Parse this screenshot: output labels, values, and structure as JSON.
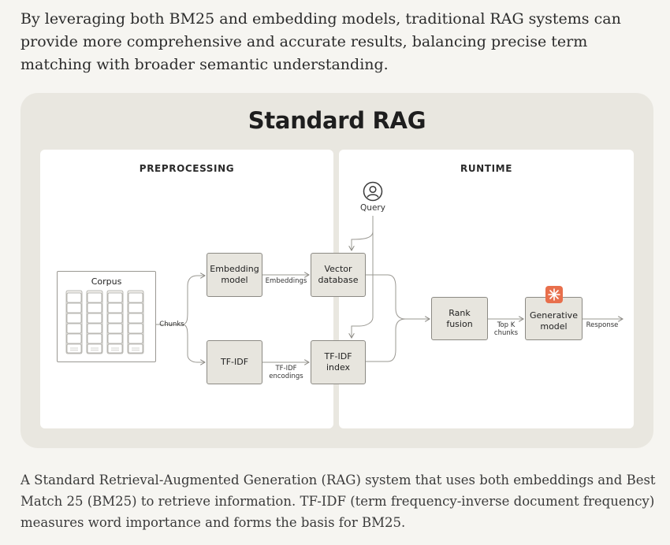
{
  "intro_text": "By leveraging both BM25 and embedding models, traditional RAG systems can provide more comprehensive and accurate results, balancing precise term matching with broader semantic understanding.",
  "diagram": {
    "title": "Standard RAG",
    "preprocessing_label": "PREPROCESSING",
    "runtime_label": "RUNTIME",
    "nodes": {
      "corpus": "Corpus",
      "embedding_model": "Embedding\nmodel",
      "vector_database": "Vector\ndatabase",
      "tfidf": "TF-IDF",
      "tfidf_index": "TF-IDF\nindex",
      "rank_fusion": "Rank\nfusion",
      "generative_model": "Generative\nmodel",
      "query": "Query"
    },
    "edges": {
      "chunks": "Chunks",
      "embeddings": "Embeddings",
      "tfidf_encodings": "TF-IDF\nencodings",
      "top_k_chunks": "Top K\nchunks",
      "response": "Response"
    },
    "colors": {
      "container": "#e9e7e0",
      "panel": "#ffffff",
      "node_fill": "#e7e5de",
      "accent": "#e86f4c"
    },
    "icons": {
      "query": "user-icon",
      "generative": "spark-icon",
      "corpus": "document-stack-icon"
    }
  },
  "caption_text": "A Standard Retrieval-Augmented Generation (RAG) system that uses both embeddings and Best Match 25 (BM25) to retrieve information. TF-IDF (term frequency-inverse document frequency) measures word importance and forms the basis for BM25."
}
